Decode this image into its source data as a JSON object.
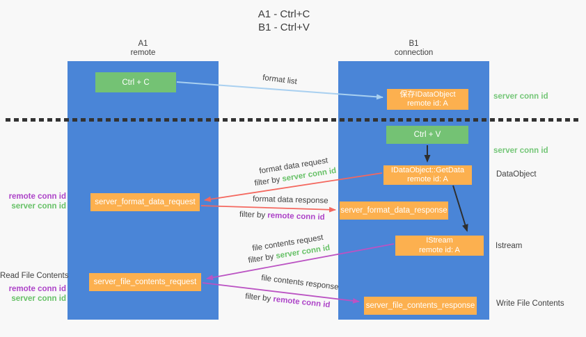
{
  "title": {
    "line1": "A1 - Ctrl+C",
    "line2": "B1 - Ctrl+V"
  },
  "columns": {
    "left": {
      "name": "A1",
      "role": "remote"
    },
    "right": {
      "name": "B1",
      "role": "connection"
    }
  },
  "nodes": {
    "ctrl_c": {
      "label": "Ctrl + C"
    },
    "ctrl_v": {
      "label": "Ctrl + V"
    },
    "save_dataobject": {
      "line1": "保存IDataObject",
      "line2": "remote id: A"
    },
    "getdata": {
      "line1": "IDataObject::GetData",
      "line2": "remote id: A"
    },
    "istream": {
      "line1": "IStream",
      "line2": "remote id: A"
    },
    "server_format_data_request": {
      "label": "server_format_data_request"
    },
    "server_format_data_response": {
      "label": "server_format_data_response"
    },
    "server_file_contents_request": {
      "label": "server_file_contents_request"
    },
    "server_file_contents_response": {
      "label": "server_file_contents_response"
    }
  },
  "edge_labels": {
    "format_list": "format list",
    "format_data_request": "format data request",
    "format_data_response": "format data response",
    "file_contents_request": "file contents request",
    "file_contents_response": "file contents response",
    "filter_by": "filter by ",
    "server_conn_id": "server conn id",
    "remote_conn_id": "remote conn id"
  },
  "side_labels": {
    "left_remote_conn_id": "remote conn id",
    "left_server_conn_id": "server conn id",
    "read_file_contents": "Read File Contents",
    "right_server_conn_id_top": "server conn id",
    "right_server_conn_id_mid": "server conn id",
    "dataobject": "DataObject",
    "istream": "Istream",
    "write_file_contents": "Write File Contents"
  },
  "colors": {
    "column_blue": "#4a85d7",
    "node_green": "#74c274",
    "node_orange": "#fcb04f",
    "arrow_blue": "#a9d0f0",
    "arrow_red": "#f4685f",
    "arrow_magenta": "#bb53c3",
    "arrow_black": "#2e2e2e",
    "text_green": "#67c167",
    "text_purple": "#ad44c8",
    "text_dark": "#3f3f3f"
  }
}
